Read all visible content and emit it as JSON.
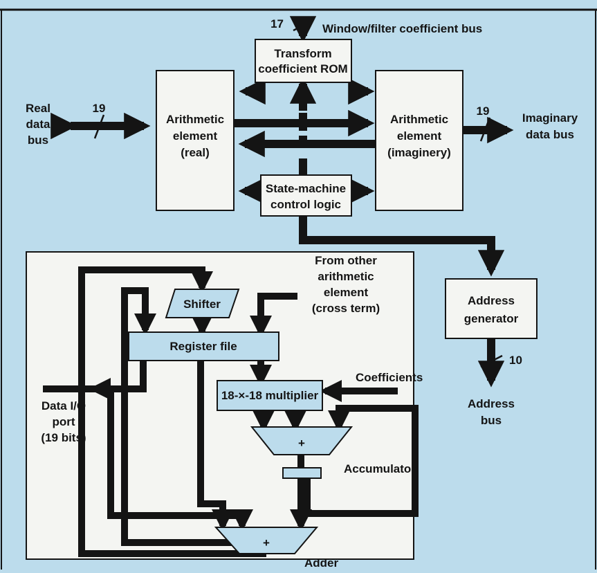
{
  "colors": {
    "background": "#bcdcec",
    "box_fill": "#f4f5f2",
    "inner_fill": "#bcdcec",
    "line": "#141414"
  },
  "top": {
    "bus_width_label": "17",
    "coeff_bus_label": "Window/filter coefficient bus",
    "rom_label": [
      "Transform",
      "coefficient ROM"
    ],
    "real_bus_label": [
      "Real",
      "data",
      "bus"
    ],
    "real_bus_width": "19",
    "arith_real_label": [
      "Arithmetic",
      "element",
      "(real)"
    ],
    "arith_imag_label": [
      "Arithmetic",
      "element",
      "(imaginery)"
    ],
    "imag_bus_width": "19",
    "imag_bus_label": [
      "Imaginary",
      "data bus"
    ],
    "state_machine_label": [
      "State-machine",
      "control logic"
    ],
    "address_gen_label": [
      "Address",
      "generator"
    ],
    "address_bus_width": "10",
    "address_bus_label": [
      "Address",
      "bus"
    ]
  },
  "detail": {
    "shifter_label": "Shifter",
    "register_file_label": "Register file",
    "from_other_label": [
      "From other",
      "arithmetic",
      "element",
      "(cross term)"
    ],
    "coefficients_label": "Coefficients",
    "multiplier_label": "18-×-18 multiplier",
    "accumulator_label": "Accumulator",
    "adder_label": "Adder",
    "plus_sign": "+",
    "data_port_label": [
      "Data I/O",
      "port",
      "(19 bits)"
    ]
  }
}
